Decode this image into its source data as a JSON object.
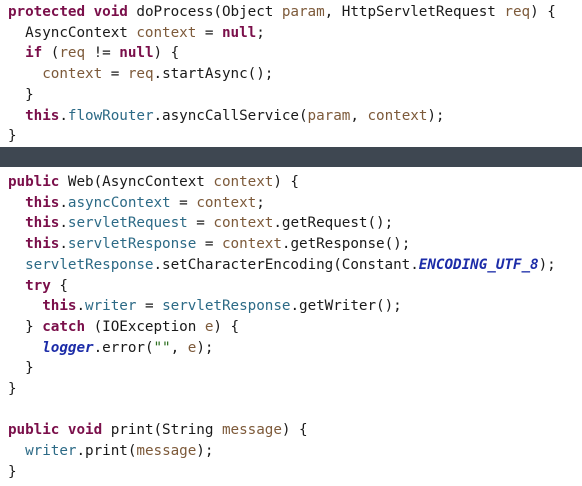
{
  "top_code": {
    "lines": [
      [
        [
          "kw",
          "protected"
        ],
        [
          "p",
          " "
        ],
        [
          "kw",
          "void"
        ],
        [
          "p",
          " doProcess(Object "
        ],
        [
          "prm",
          "param"
        ],
        [
          "p",
          ", HttpServletRequest "
        ],
        [
          "prm",
          "req"
        ],
        [
          "p",
          ") {"
        ]
      ],
      [
        [
          "p",
          "  AsyncContext "
        ],
        [
          "prm",
          "context"
        ],
        [
          "p",
          " = "
        ],
        [
          "kw",
          "null"
        ],
        [
          "p",
          ";"
        ]
      ],
      [
        [
          "p",
          "  "
        ],
        [
          "kw",
          "if"
        ],
        [
          "p",
          " ("
        ],
        [
          "prm",
          "req"
        ],
        [
          "p",
          " != "
        ],
        [
          "kw",
          "null"
        ],
        [
          "p",
          ") {"
        ]
      ],
      [
        [
          "p",
          "    "
        ],
        [
          "prm",
          "context"
        ],
        [
          "p",
          " = "
        ],
        [
          "prm",
          "req"
        ],
        [
          "p",
          ".startAsync();"
        ]
      ],
      [
        [
          "p",
          "  }"
        ]
      ],
      [
        [
          "p",
          "  "
        ],
        [
          "kw",
          "this"
        ],
        [
          "p",
          "."
        ],
        [
          "fld",
          "flowRouter"
        ],
        [
          "p",
          ".asyncCallService("
        ],
        [
          "prm",
          "param"
        ],
        [
          "p",
          ", "
        ],
        [
          "prm",
          "context"
        ],
        [
          "p",
          ");"
        ]
      ],
      [
        [
          "p",
          "}"
        ]
      ]
    ]
  },
  "bottom_code": {
    "lines": [
      [
        [
          "kw",
          "public"
        ],
        [
          "p",
          " Web(AsyncContext "
        ],
        [
          "prm",
          "context"
        ],
        [
          "p",
          ") {"
        ]
      ],
      [
        [
          "p",
          "  "
        ],
        [
          "kw",
          "this"
        ],
        [
          "p",
          "."
        ],
        [
          "fld",
          "asyncContext"
        ],
        [
          "p",
          " = "
        ],
        [
          "prm",
          "context"
        ],
        [
          "p",
          ";"
        ]
      ],
      [
        [
          "p",
          "  "
        ],
        [
          "kw",
          "this"
        ],
        [
          "p",
          "."
        ],
        [
          "fld",
          "servletRequest"
        ],
        [
          "p",
          " = "
        ],
        [
          "prm",
          "context"
        ],
        [
          "p",
          ".getRequest();"
        ]
      ],
      [
        [
          "p",
          "  "
        ],
        [
          "kw",
          "this"
        ],
        [
          "p",
          "."
        ],
        [
          "fld",
          "servletResponse"
        ],
        [
          "p",
          " = "
        ],
        [
          "prm",
          "context"
        ],
        [
          "p",
          ".getResponse();"
        ]
      ],
      [
        [
          "p",
          "  "
        ],
        [
          "fld",
          "servletResponse"
        ],
        [
          "p",
          ".setCharacterEncoding(Constant."
        ],
        [
          "con",
          "ENCODING_UTF_8"
        ],
        [
          "p",
          ");"
        ]
      ],
      [
        [
          "p",
          "  "
        ],
        [
          "kw",
          "try"
        ],
        [
          "p",
          " {"
        ]
      ],
      [
        [
          "p",
          "    "
        ],
        [
          "kw",
          "this"
        ],
        [
          "p",
          "."
        ],
        [
          "fld",
          "writer"
        ],
        [
          "p",
          " = "
        ],
        [
          "fld",
          "servletResponse"
        ],
        [
          "p",
          ".getWriter();"
        ]
      ],
      [
        [
          "p",
          "  } "
        ],
        [
          "kw",
          "catch"
        ],
        [
          "p",
          " (IOException "
        ],
        [
          "prm",
          "e"
        ],
        [
          "p",
          ") {"
        ]
      ],
      [
        [
          "p",
          "    "
        ],
        [
          "sfld",
          "logger"
        ],
        [
          "p",
          ".error("
        ],
        [
          "str",
          "\"\""
        ],
        [
          "p",
          ", "
        ],
        [
          "prm",
          "e"
        ],
        [
          "p",
          ");"
        ]
      ],
      [
        [
          "p",
          "  }"
        ]
      ],
      [
        [
          "p",
          "}"
        ]
      ],
      [
        [
          "p",
          ""
        ]
      ],
      [
        [
          "kw",
          "public"
        ],
        [
          "p",
          " "
        ],
        [
          "kw",
          "void"
        ],
        [
          "p",
          " print(String "
        ],
        [
          "prm",
          "message"
        ],
        [
          "p",
          ") {"
        ]
      ],
      [
        [
          "p",
          "  "
        ],
        [
          "fld",
          "writer"
        ],
        [
          "p",
          ".print("
        ],
        [
          "prm",
          "message"
        ],
        [
          "p",
          ");"
        ]
      ],
      [
        [
          "p",
          "}"
        ]
      ]
    ]
  }
}
